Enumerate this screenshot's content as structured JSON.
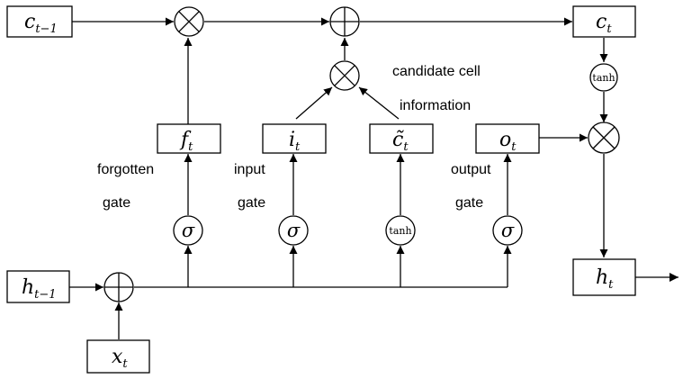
{
  "boxes": {
    "c_prev": {
      "base": "c",
      "sub": "t−1"
    },
    "c_t": {
      "base": "c",
      "sub": "t"
    },
    "f_t": {
      "base": "f",
      "sub": "t"
    },
    "i_t": {
      "base": "i",
      "sub": "t"
    },
    "c_tilde": {
      "base": "c̃",
      "sub": "t"
    },
    "o_t": {
      "base": "o",
      "sub": "t"
    },
    "h_prev": {
      "base": "h",
      "sub": "t−1"
    },
    "h_t": {
      "base": "h",
      "sub": "t"
    },
    "x_t": {
      "base": "x",
      "sub": "t"
    }
  },
  "activations": {
    "sigma": "σ",
    "tanh": "tanh"
  },
  "labels": {
    "forgotten": "forgotten",
    "forgotten_gate": "gate",
    "input": "input",
    "input_gate": "gate",
    "output": "output",
    "output_gate": "gate",
    "candidate": "candidate cell",
    "candidate_info": "information"
  }
}
